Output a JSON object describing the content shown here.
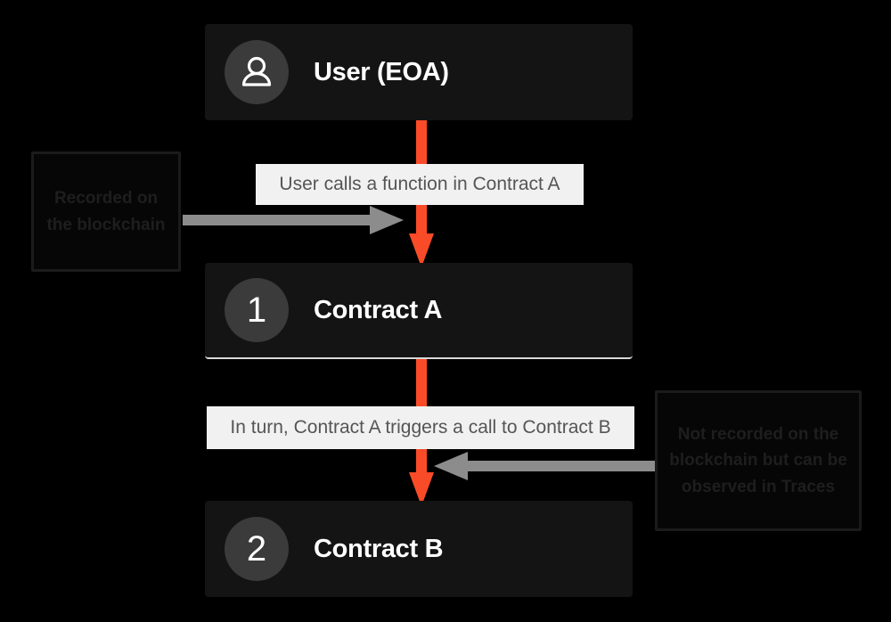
{
  "diagram": {
    "background_color": "#000000",
    "accent_color": "#FA4B28",
    "card_color": "#141414",
    "chip_color": "#F1F1F1",
    "connector_color": "#8C8C8C",
    "nodes": [
      {
        "id": "user",
        "badge_type": "person-icon",
        "badge": "",
        "title": "User (EOA)"
      },
      {
        "id": "contract-a",
        "badge_type": "number",
        "badge": "1",
        "title": "Contract A"
      },
      {
        "id": "contract-b",
        "badge_type": "number",
        "badge": "2",
        "title": "Contract B"
      }
    ],
    "edge_labels": [
      {
        "id": "edge-1",
        "text": "User calls a function in Contract A"
      },
      {
        "id": "edge-2",
        "text": "In turn, Contract A triggers a call to Contract B"
      }
    ],
    "annotations": [
      {
        "id": "recorded",
        "text": "Recorded on the blockchain",
        "arrow_direction": "right"
      },
      {
        "id": "not-recorded",
        "text": "Not recorded on the blockchain but can be observed in Traces",
        "arrow_direction": "left"
      }
    ]
  }
}
